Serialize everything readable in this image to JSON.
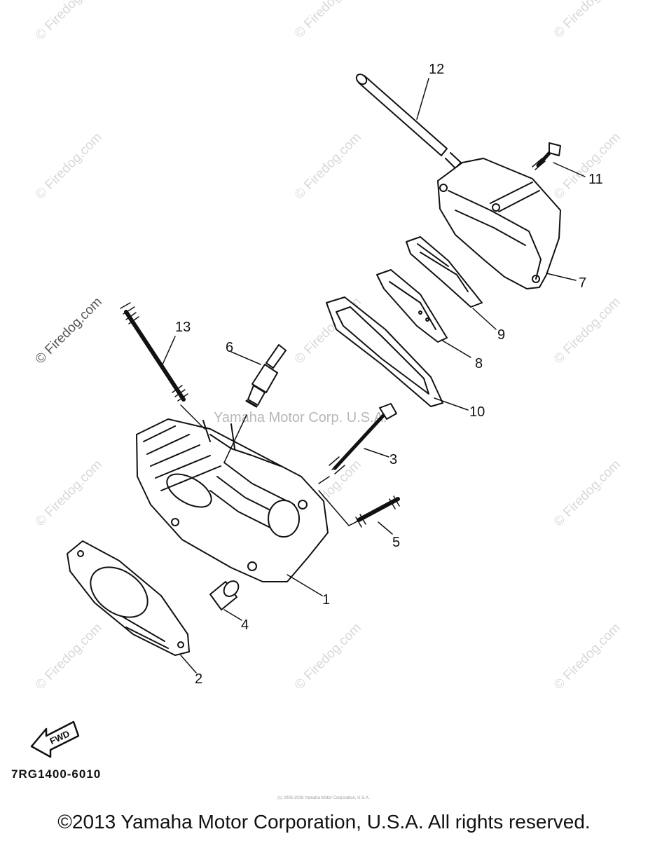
{
  "watermark": "© Firedog.com",
  "center_watermark": "Yamaha Motor Corp. U.S.A.",
  "callouts": {
    "c1": "1",
    "c2": "2",
    "c3": "3",
    "c4": "4",
    "c5": "5",
    "c6": "6",
    "c7": "7",
    "c8": "8",
    "c9": "9",
    "c10": "10",
    "c11": "11",
    "c12": "12",
    "c13": "13"
  },
  "fwd_label": "FWD",
  "diagram_code": "7RG1400-6010",
  "fine_print": "(c) 2005-2018 Yamaha Motor Corporation, U.S.A.",
  "copyright": "©2013 Yamaha Motor Corporation, U.S.A. All rights reserved."
}
